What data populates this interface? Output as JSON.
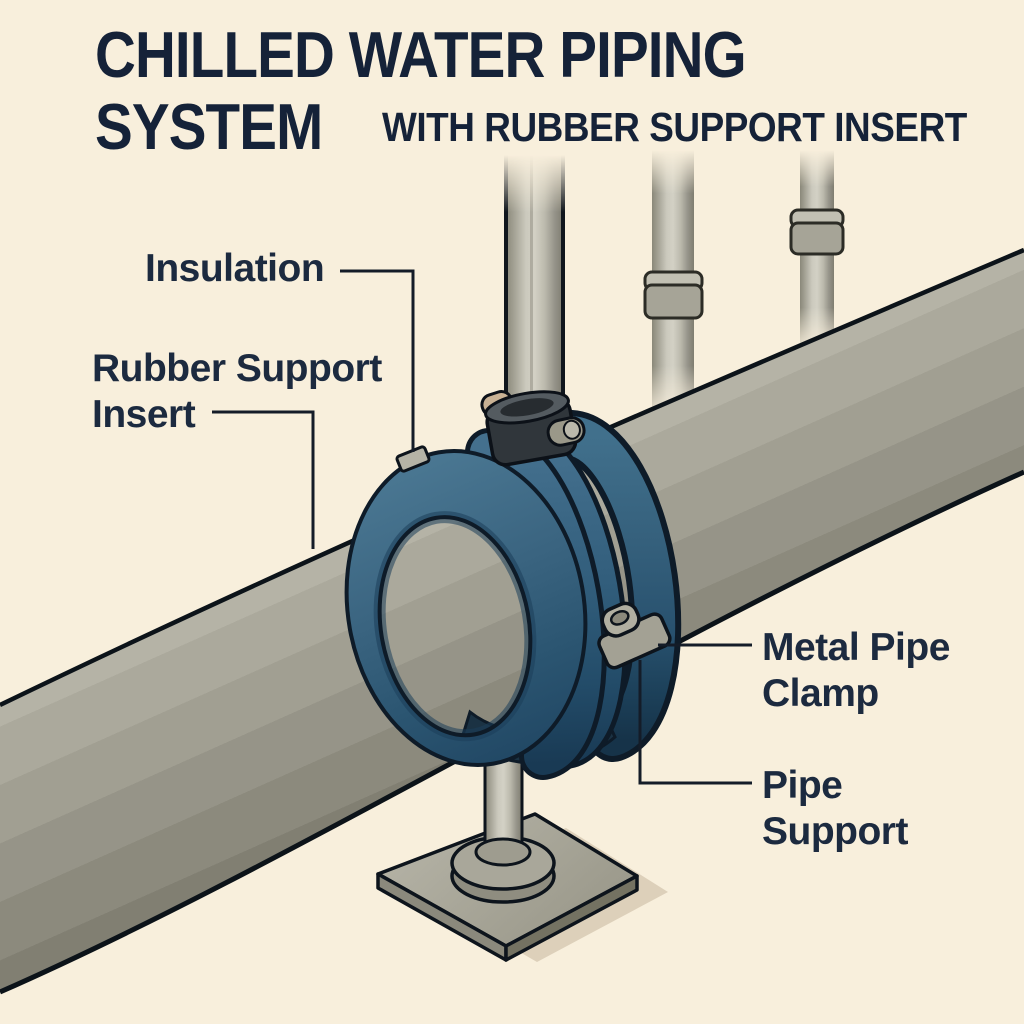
{
  "colors": {
    "background": "#f8efdc",
    "ink": "#152238",
    "leader_line": "#141c28",
    "rubber_insert_blue": "#3a6480",
    "clamp_shadow_navy": "#1e3850",
    "pipe_insulation_gray": "#a4a295",
    "base_plate_gray": "#a7a597",
    "outline": "#0e1b28"
  },
  "title": {
    "line1": "CHILLED WATER PIPING",
    "line2": "SYSTEM",
    "tagline": "WITH RUBBER SUPPORT INSERT"
  },
  "labels": {
    "insulation": "Insulation",
    "rubber_support_insert": {
      "line1": "Rubber Support",
      "line2": "Insert"
    },
    "metal_pipe_clamp": {
      "line1": "Metal Pipe",
      "line2": "Clamp"
    },
    "pipe_support": {
      "line1": "Pipe",
      "line2": "Support"
    }
  }
}
